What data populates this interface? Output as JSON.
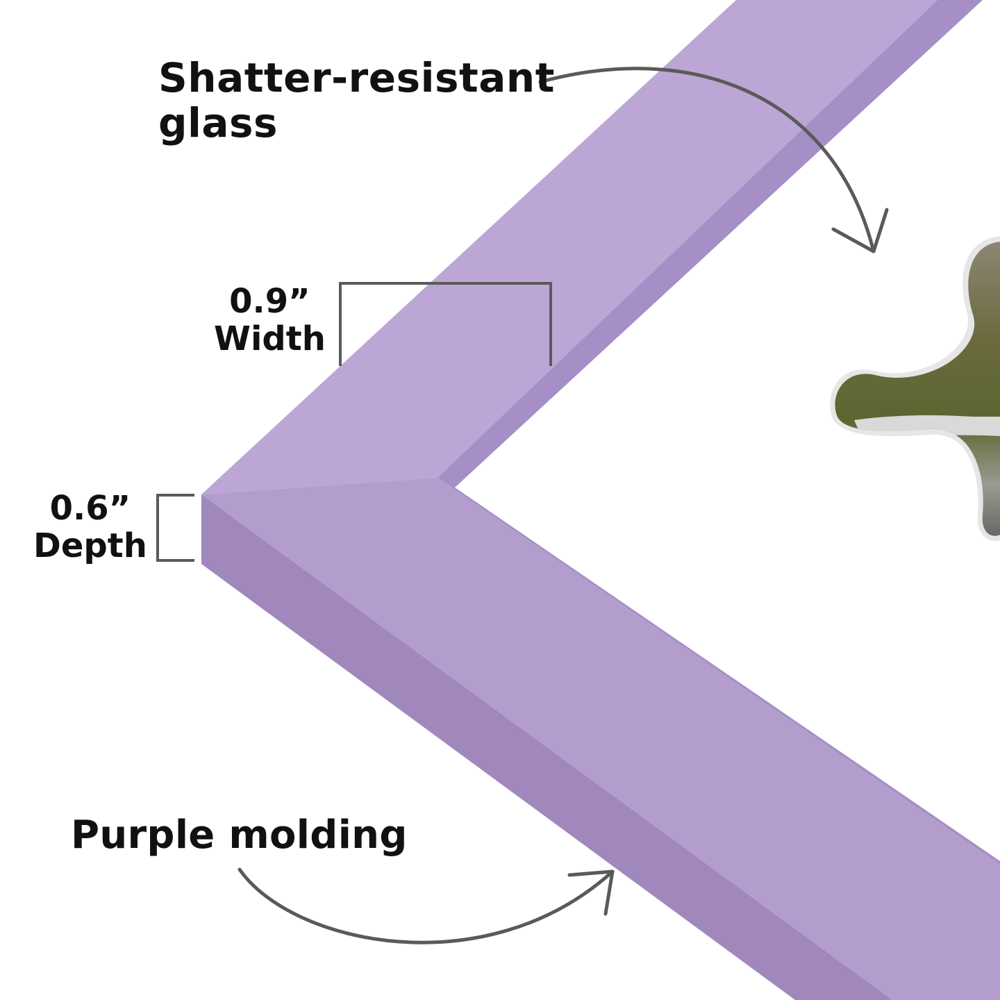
{
  "labels": {
    "glass_line1": "Shatter-resistant",
    "glass_line2": "glass",
    "width_value": "0.9”",
    "width_word": "Width",
    "depth_value": "0.6”",
    "depth_word": "Depth",
    "molding": "Purple molding"
  },
  "colors": {
    "frame_top_face": "#bba6d5",
    "frame_bottom_face": "#b39dcc",
    "frame_side": "#a088bd",
    "frame_inner_lip": "#a58fc6",
    "callout_gray": "#5a5a5a",
    "text": "#111111",
    "background": "#ffffff"
  },
  "photo": {
    "shape": "cross-cutout",
    "scene": "outdoor greenery"
  }
}
